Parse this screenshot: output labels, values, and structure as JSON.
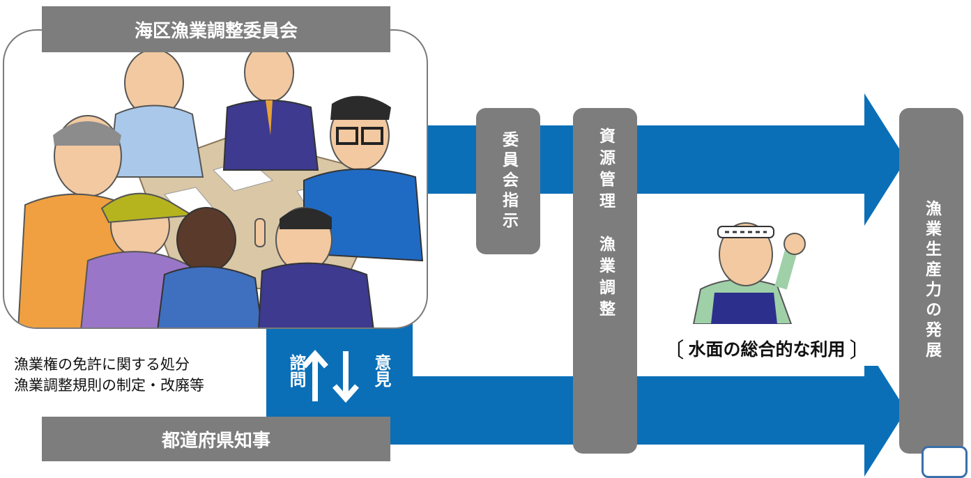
{
  "committee_title": "海区漁業調整委員会",
  "governor_title": "都道府県知事",
  "committee_instruction": "委員会指示",
  "resource_management": "資源管理",
  "fishery_adjustment": "漁業調整",
  "development": "漁業生産力の発展",
  "water_use_label": "水面の総合的な利用",
  "bracket_open": "〔",
  "bracket_close": "〕",
  "consultation": "諮問",
  "opinion": "意見",
  "dispositions": [
    "漁業権の免許に関する処分",
    "漁業調整規則の制定・改廃等"
  ],
  "colors": {
    "arrow_blue": "#0a6fb7",
    "gray_box": "#7d7d7d"
  }
}
